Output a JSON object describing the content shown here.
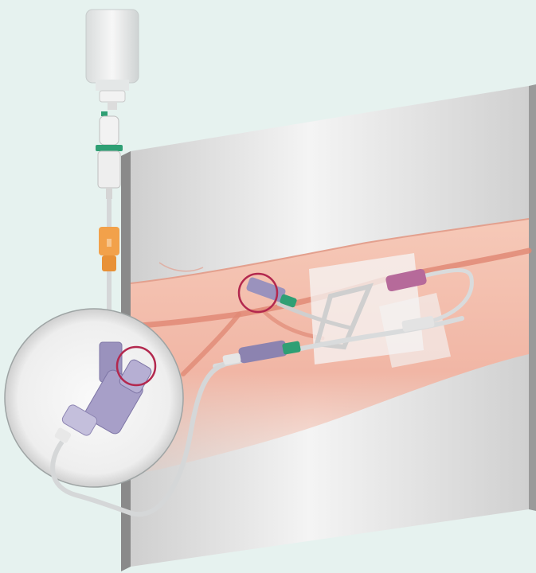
{
  "illustration": {
    "subject": "iv-infusion-setup",
    "colors": {
      "background": "#e6f2ef",
      "panel_face": "#e9e9e9",
      "panel_edge": "#8e8e8e",
      "skin": "#f0b7a6",
      "vein": "#e08a76",
      "tubing": "#dcdedf",
      "connector_purple": "#8c83b0",
      "connector_pink": "#b66a9a",
      "clamp_orange": "#f2a14a",
      "clip_green": "#2f9f74",
      "highlight_ring": "#b3284e"
    },
    "highlighted_points": [
      {
        "label": "port-at-insertion-site"
      },
      {
        "label": "port-on-stopcock-magnified"
      }
    ]
  }
}
